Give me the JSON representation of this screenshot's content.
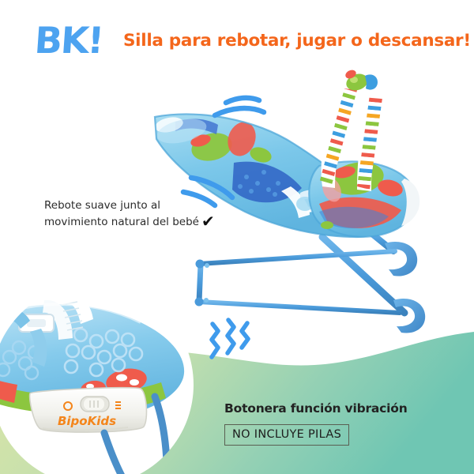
{
  "brand": {
    "logo_text": "BK!",
    "logo_color": "#4da3f0",
    "product_brand": "BipoKids",
    "product_brand_color": "#f4851b"
  },
  "header": {
    "headline": "Silla para rebotar, jugar o descansar!",
    "headline_color": "#f4661b"
  },
  "annotations": {
    "bounce_feature_line1": "Rebote suave junto al",
    "bounce_feature_line2": "movimiento natural del bebé",
    "bounce_check_glyph": "✔",
    "vibration_feature": "Botonera función vibración",
    "battery_notice": "NO INCLUYE PILAS"
  },
  "product": {
    "frame_color": "#4f9fe0",
    "frame_dark": "#3f84c4",
    "seat_fabric_color": "#79c6ea",
    "seat_accent_green": "#8cc63f",
    "seat_accent_red": "#ef5b4c",
    "arch_stripe_colors": [
      "#ef5b4c",
      "#8cc63f",
      "#3d9ee0",
      "#f5a623",
      "#ffffff"
    ],
    "motion_arc_color": "#3f9bec",
    "vibration_wave_color": "#3f9bec",
    "console_color": "#f4f4f0"
  },
  "background": {
    "page_color": "#ffffff",
    "wave_gradient_start": "#d9e3a8",
    "wave_gradient_mid": "#bcdcb4",
    "wave_gradient_end": "#76c9b4"
  }
}
